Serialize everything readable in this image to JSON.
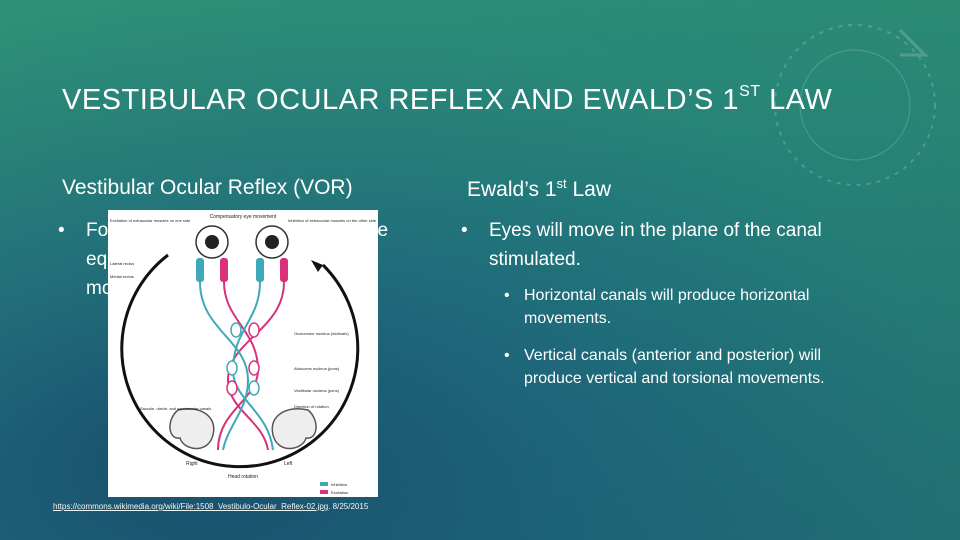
{
  "slide": {
    "title_main": "VESTIBULAR OCULAR REFLEX AND EWALD’S 1",
    "title_sup": "ST",
    "title_end": " LAW"
  },
  "left": {
    "heading": "Vestibular Ocular Reflex (VOR)",
    "bullet_prefix": "Fo",
    "bullet_mid": "ve",
    "bullet_line2": "eq",
    "bullet_line3": "mo"
  },
  "right": {
    "heading_main": "Ewald’s 1",
    "heading_sup": "st",
    "heading_end": " Law",
    "bullet": "Eyes will move in the plane of the canal stimulated.",
    "sub_bullets": [
      "Horizontal canals will produce horizontal movements.",
      "Vertical canals (anterior and posterior) will produce vertical and torsional movements."
    ]
  },
  "figure": {
    "labels": {
      "top": "Compensatory eye movement",
      "excite_left": "Excitation of extraocular muscles on one side",
      "inhibit_right": "Inhibition of extraocular muscles on the other side",
      "lateral_rectus": "Lateral rectus",
      "medial_rectus": "Medial rectus",
      "oculomotor": "Oculomotor nucleus (midbrain)",
      "abducens": "Abducens nucleus (pons)",
      "vestibular": "Vestibular nucleus (pons)",
      "direction": "Direction of rotation",
      "saccule": "Saccule, utricle, and semicircular canals",
      "right": "Right",
      "left": "Left",
      "head_rotation": "Head rotation",
      "inhibition": "Inhibition",
      "excitation": "Excitation"
    },
    "colors": {
      "inhibition": "#3fa9b8",
      "excitation": "#d8337a"
    }
  },
  "caption": {
    "link": "https://commons.wikimedia.org/wiki/File:1508_Vestibulo-Ocular_Reflex-02.jpg",
    "date": ". 8/25/2015"
  },
  "bullet_glyph": "•"
}
